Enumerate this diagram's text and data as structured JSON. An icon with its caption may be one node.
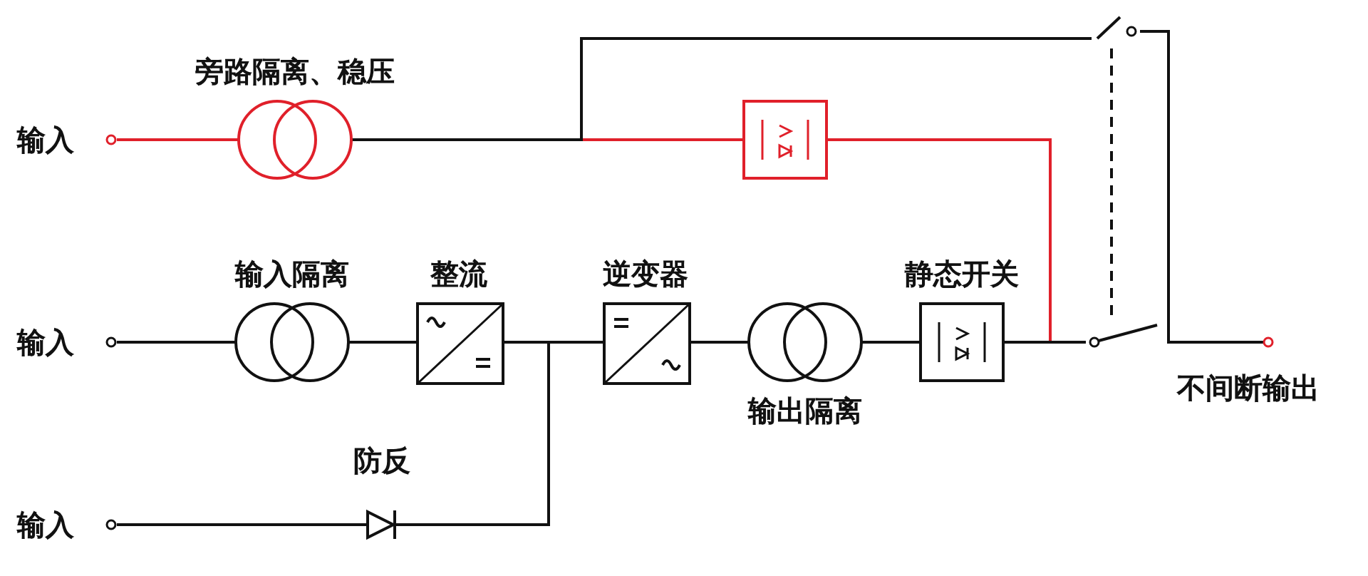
{
  "diagram": {
    "nodes": [
      {
        "text": [
          "输入"
        ]
      },
      {
        "text": [
          "旁路隔离、稳压"
        ]
      },
      {
        "text": [],
        "shape": "box"
      },
      {
        "text": [
          "输入"
        ]
      },
      {
        "text": [
          "输入隔离"
        ]
      },
      {
        "text": [
          "整流"
        ]
      },
      {
        "text": [
          "逆变器"
        ]
      },
      {
        "text": [
          "输出隔离"
        ]
      },
      {
        "text": [
          "静态开关"
        ]
      },
      {
        "text": [
          "输入"
        ]
      },
      {
        "text": [
          "防反"
        ]
      },
      {
        "text": [],
        "shape": "switch"
      },
      {
        "text": [],
        "shape": "switch"
      },
      {
        "text": [
          "不间断输出"
        ]
      }
    ],
    "edges": [
      {
        "from": 0,
        "to": 1,
        "arrow": "none",
        "color": "#e0202a"
      },
      {
        "from": 1,
        "to": 2,
        "arrow": "none",
        "color": "#e0202a"
      },
      {
        "from": 1,
        "to": 11,
        "arrow": "none"
      },
      {
        "from": 2,
        "to": 12,
        "arrow": "none",
        "color": "#e0202a"
      },
      {
        "from": 3,
        "to": 4,
        "arrow": "none"
      },
      {
        "from": 4,
        "to": 5,
        "arrow": "none"
      },
      {
        "from": 5,
        "to": 6,
        "arrow": "none"
      },
      {
        "from": 6,
        "to": 7,
        "arrow": "none"
      },
      {
        "from": 7,
        "to": 8,
        "arrow": "none"
      },
      {
        "from": 8,
        "to": 12,
        "arrow": "none"
      },
      {
        "from": 9,
        "to": 10,
        "arrow": "none"
      },
      {
        "from": 10,
        "to": 6,
        "arrow": "none"
      },
      {
        "from": 11,
        "to": 12,
        "arrow": "none",
        "style": "dashed"
      },
      {
        "from": 11,
        "to": 13,
        "arrow": "none"
      },
      {
        "from": 12,
        "to": 13,
        "arrow": "none"
      }
    ]
  }
}
